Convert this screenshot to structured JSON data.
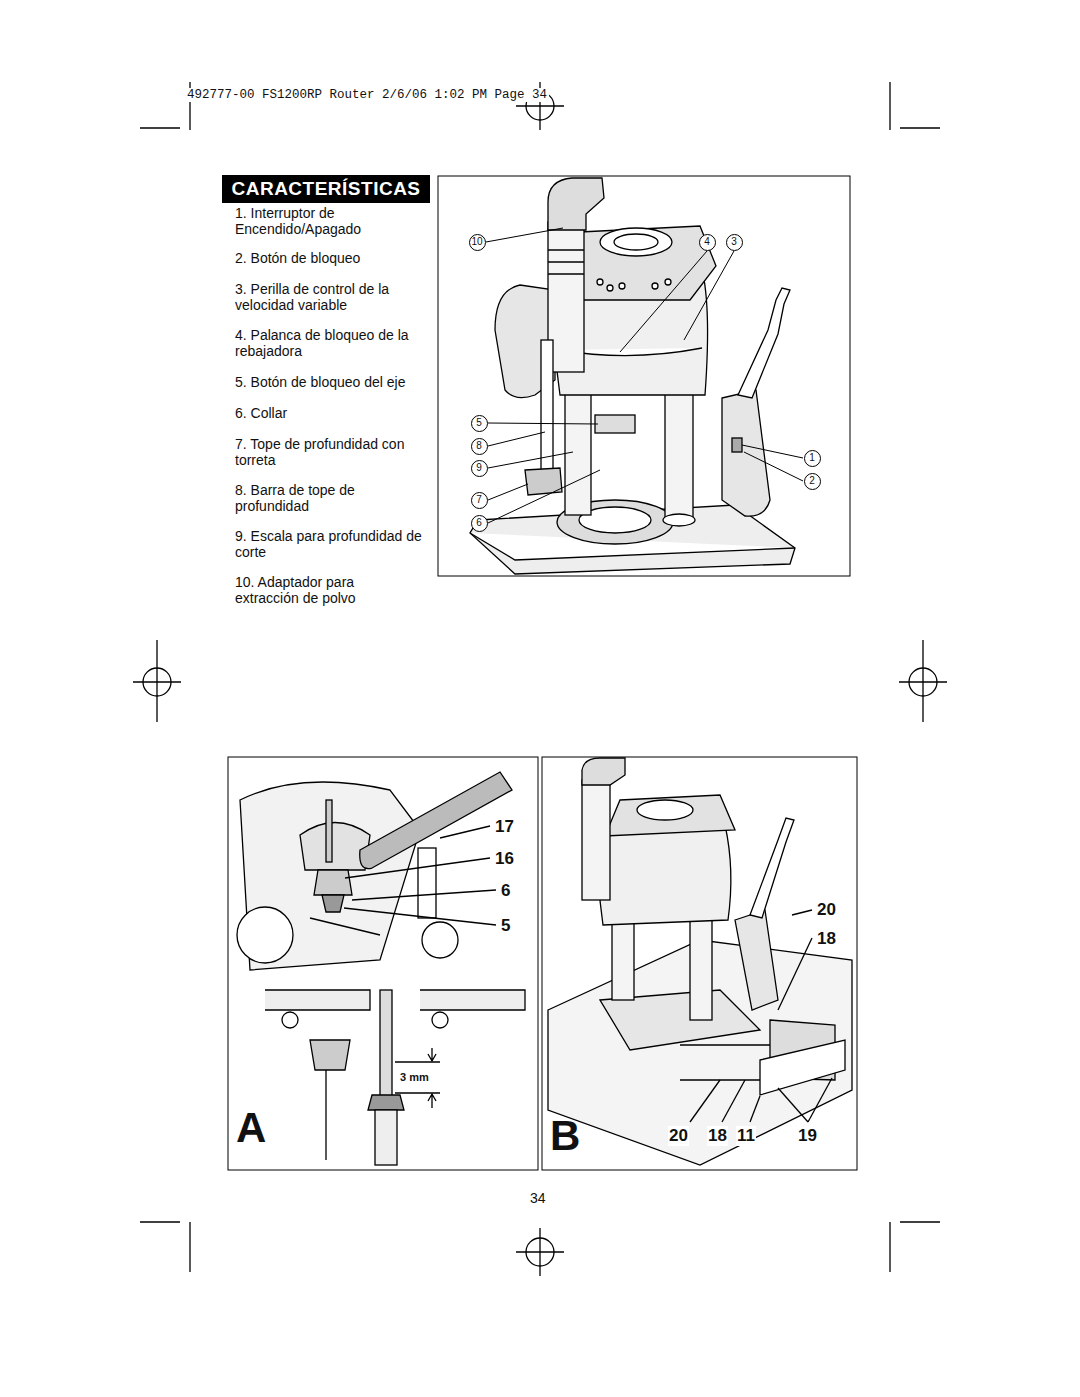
{
  "diagram": {
    "title": "CARACTERÍSTICAS",
    "nodes": [
      {
        "text": [
          "10"
        ]
      },
      {
        "text": [
          "4"
        ]
      },
      {
        "text": [
          "3"
        ]
      },
      {
        "text": [
          "5"
        ]
      },
      {
        "text": [
          "8"
        ]
      },
      {
        "text": [
          "9"
        ]
      },
      {
        "text": [
          "7"
        ]
      },
      {
        "text": [
          "6"
        ]
      },
      {
        "text": [
          "1"
        ]
      },
      {
        "text": [
          "2"
        ]
      }
    ],
    "labels": [
      "492777-00 FS1200RP Router 2/6/06 1:02 PM Page 34",
      "1. Interruptor de Encendido/Apagado",
      "2. Botón de bloqueo",
      "3. Perilla de control de la velocidad variable",
      "4. Palanca de bloqueo de la rebajadora",
      "5. Botón de bloqueo del eje",
      "6. Collar",
      "7. Tope de profundidad con torreta",
      "8. Barra de tope de profundidad",
      "9. Escala para profundidad de corte",
      "10. Adaptador para extracción de polvo",
      "17",
      "16",
      "6",
      "5",
      "3 mm",
      "A",
      "B",
      "20",
      "18",
      "20",
      "18",
      "11",
      "19",
      "34"
    ]
  }
}
